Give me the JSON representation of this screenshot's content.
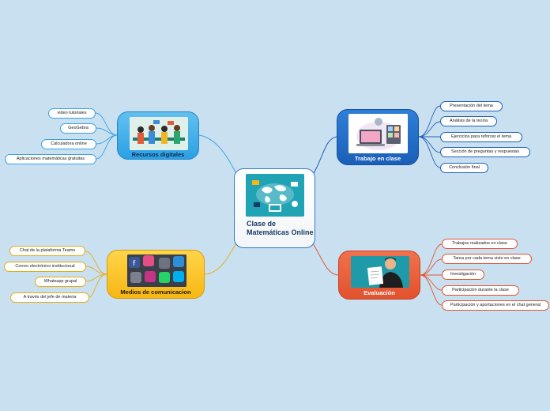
{
  "central_topic": {
    "title": "Clase de Matemáticas Online",
    "image": "world-map-online-learning",
    "color": "#2e78c4"
  },
  "main_topics": [
    {
      "id": "recursos",
      "label": "Recursos digitales",
      "image": "students-with-devices",
      "color": "#2ba0e4",
      "subtopics": [
        "video tutoriales",
        "GeoGebra",
        "Calculadora online",
        "Aplicaciones matemáticas gratuitas"
      ]
    },
    {
      "id": "trabajo",
      "label": "Trabajo en clase",
      "image": "video-conference-laptop",
      "color": "#1a5fb8",
      "subtopics": [
        "Presentación del tema",
        "Análisis de la teoría",
        "Ejercicios para reforzar el tema",
        "Sección de preguntas y respuestas",
        "Conclusión final"
      ]
    },
    {
      "id": "medios",
      "label": "Medios de comunicacion",
      "image": "social-app-icons",
      "color": "#f7b713",
      "subtopics": [
        "Chat de la plataforma Teams",
        "Correo electrónico institucional",
        "Whatsapp grupal",
        "A través del jefe de materia"
      ]
    },
    {
      "id": "evaluacion",
      "label": "Evaluación",
      "image": "teacher-holding-paper",
      "color": "#e2522e",
      "subtopics": [
        "Trabajos realizados en clase",
        "Tarea por cada tema visto en clase",
        "Investigación",
        "Participación durante la clase",
        "Participación y aportaciones en el chat general"
      ]
    }
  ]
}
